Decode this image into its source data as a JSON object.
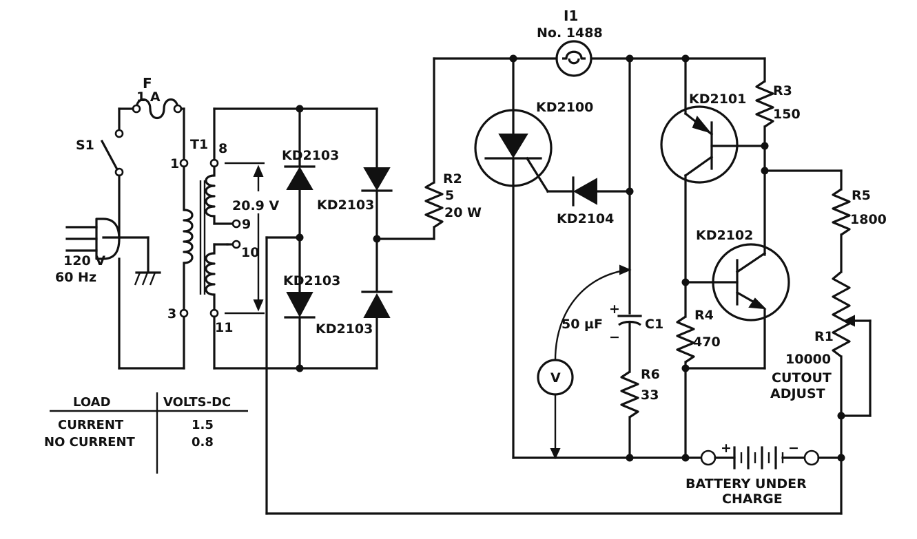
{
  "labels": {
    "fuse_ref": "F",
    "fuse_rating": "1 A",
    "switch_ref": "S1",
    "supply_voltage": "120 V",
    "supply_freq": "60 Hz",
    "transformer_ref": "T1",
    "tap_1": "1",
    "tap_3": "3",
    "tap_8": "8",
    "tap_9": "9",
    "tap_10": "10",
    "tap_11": "11",
    "secondary_voltage": "20.9 V",
    "d_top_left": "KD2103",
    "d_top_right": "KD2103",
    "d_bot_left": "KD2103",
    "d_bot_right": "KD2103",
    "r2_ref": "R2",
    "r2_value": "5",
    "r2_power": "20 W",
    "lamp_ref": "I1",
    "lamp_type": "No. 1488",
    "scr_ref": "KD2100",
    "diode_ref": "KD2104",
    "q1_ref": "KD2101",
    "q2_ref": "KD2102",
    "r3_ref": "R3",
    "r3_value": "150",
    "r5_ref": "R5",
    "r5_value": "1800",
    "r4_ref": "R4",
    "r4_value": "470",
    "r6_ref": "R6",
    "r6_value": "33",
    "c1_ref": "C1",
    "c1_value": "50 µF",
    "meter": "V",
    "r1_ref": "R1",
    "r1_value": "10000",
    "r1_note_1": "CUTOUT",
    "r1_note_2": "ADJUST",
    "battery_1": "BATTERY UNDER",
    "battery_2": "CHARGE",
    "plus": "+",
    "minus": "−"
  },
  "table": {
    "col_load": "LOAD",
    "col_volts": "VOLTS-DC",
    "rows": [
      {
        "load": "CURRENT",
        "volts": "1.5"
      },
      {
        "load": "NO CURRENT",
        "volts": "0.8"
      }
    ]
  }
}
